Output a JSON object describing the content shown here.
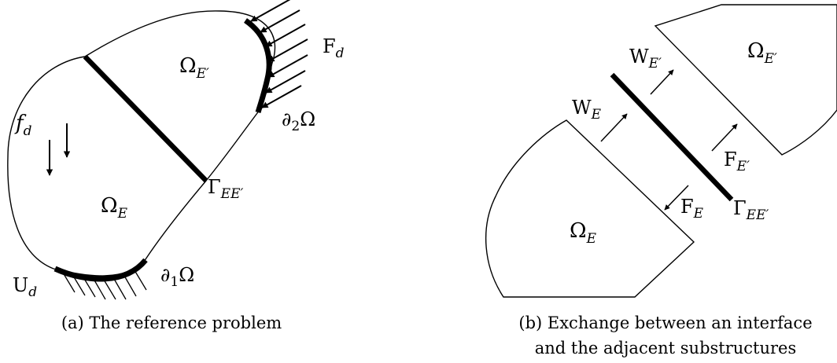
{
  "panel_a": {
    "caption": "(a) The reference problem",
    "labels": {
      "omega_e_prime": {
        "base": "Ω",
        "sub": "E′"
      },
      "omega_e": {
        "base": "Ω",
        "sub": "E"
      },
      "force_dist": {
        "base": "F",
        "sub": "d"
      },
      "boundary2": {
        "pre": "∂",
        "sub": "2",
        "base": "Ω"
      },
      "body_force": {
        "base": "f",
        "sub": "d"
      },
      "interface": {
        "base": "Γ",
        "sub": "EE′"
      },
      "displacement": {
        "base": "U",
        "sub": "d"
      },
      "boundary1": {
        "pre": "∂",
        "sub": "1",
        "base": "Ω"
      }
    }
  },
  "panel_b": {
    "caption_line1": "(b) Exchange between an interface",
    "caption_line2": "and the adjacent substructures",
    "labels": {
      "w_e_prime": {
        "base": "W",
        "sub": "E′"
      },
      "omega_e_prime": {
        "base": "Ω",
        "sub": "E′"
      },
      "w_e": {
        "base": "W",
        "sub": "E"
      },
      "f_e_prime": {
        "base": "F",
        "sub": "E′"
      },
      "f_e": {
        "base": "F",
        "sub": "E"
      },
      "interface": {
        "base": "Γ",
        "sub": "EE′"
      },
      "omega_e": {
        "base": "Ω",
        "sub": "E"
      }
    }
  }
}
